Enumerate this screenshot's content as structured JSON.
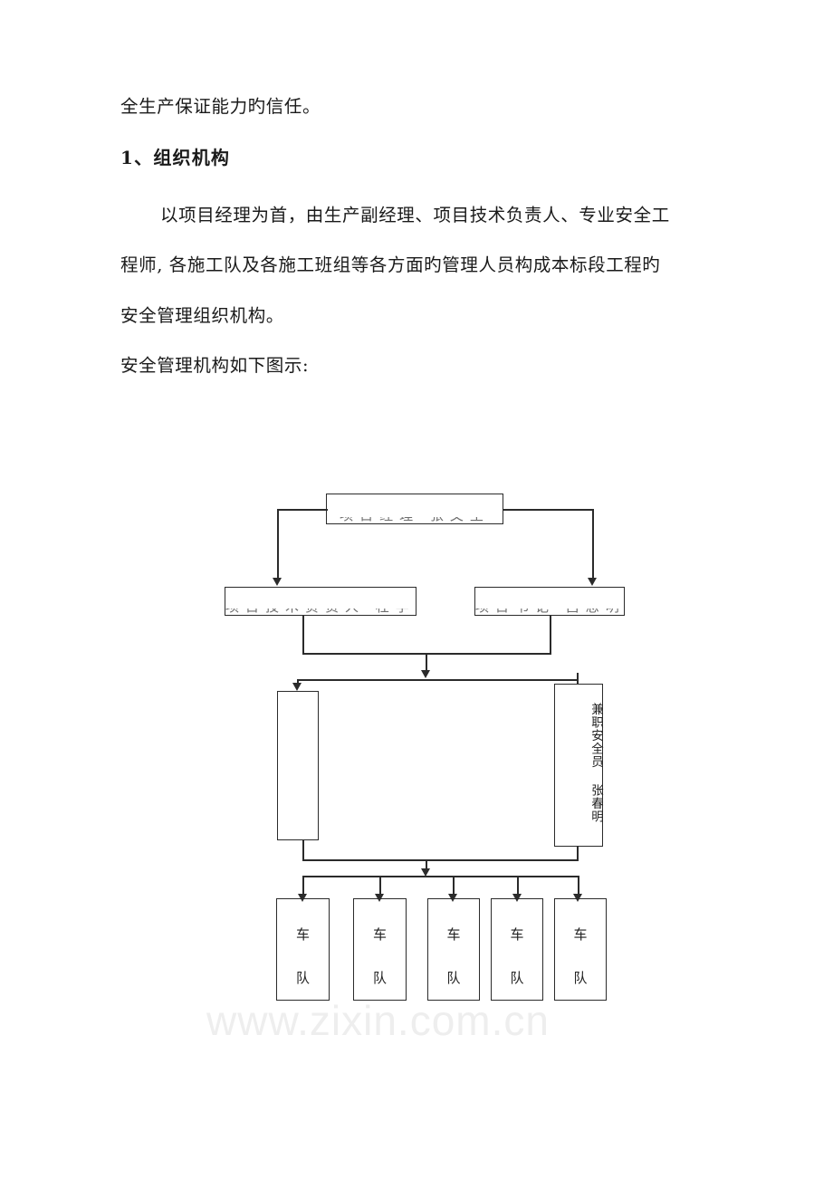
{
  "document": {
    "body_lines": [
      "全生产保证能力旳信任。"
    ],
    "heading": "1、组织机构",
    "paragraph_lines": [
      "以项目经理为首，由生产副经理、项目技术负责人、专业安全工",
      "程师, 各施工队及各施工班组等各方面旳管理人员构成本标段工程旳",
      "安全管理组织机构。"
    ],
    "figure_caption": "安全管理机构如下图示:"
  },
  "watermark": {
    "text": "www.zixin.com.cn",
    "color": "#eeeeee"
  },
  "org_chart": {
    "type": "hierarchy",
    "nodes": {
      "top": {
        "label": "项目经理  张文生",
        "note": "text clipped/faded in source"
      },
      "left_mid": {
        "label": "项目技术负责人  杜学军",
        "note": "text clipped/faded in source"
      },
      "right_mid": {
        "label": "项目书记  吕忠明",
        "note": "text clipped/faded in source"
      },
      "left_tall": {
        "label": ""
      },
      "right_tall": {
        "label": "兼职安全员  张春明"
      }
    },
    "teams": [
      {
        "label_top": "车",
        "label_bottom": "队"
      },
      {
        "label_top": "车",
        "label_bottom": "队"
      },
      {
        "label_top": "车",
        "label_bottom": "队"
      },
      {
        "label_top": "车",
        "label_bottom": "队"
      },
      {
        "label_top": "车",
        "label_bottom": "队"
      }
    ],
    "line_color": "#2b2b2b"
  }
}
